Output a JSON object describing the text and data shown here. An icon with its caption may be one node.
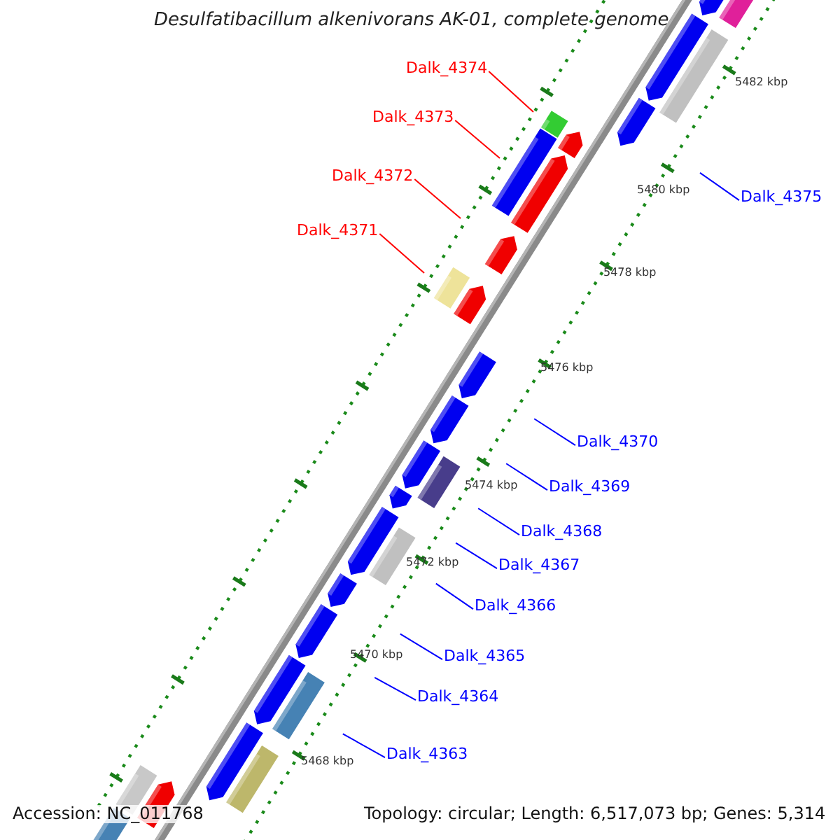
{
  "diagram": {
    "title": "Desulfatibacillum alkenivorans AK-01, complete genome",
    "nodes": [
      {
        "text": [
          "Dalk_4374"
        ]
      },
      {
        "text": [
          "Dalk_4373"
        ]
      },
      {
        "text": [
          "Dalk_4372"
        ]
      },
      {
        "text": [
          "Dalk_4375"
        ]
      },
      {
        "text": [
          "Dalk_4371"
        ]
      },
      {
        "text": [
          "Dalk_4370"
        ]
      },
      {
        "text": [
          "Dalk_4369"
        ]
      },
      {
        "text": [
          "Dalk_4368"
        ]
      },
      {
        "text": [
          "Dalk_4367"
        ]
      },
      {
        "text": [
          "Dalk_4366"
        ]
      },
      {
        "text": [
          "Dalk_4365"
        ]
      },
      {
        "text": [
          "Dalk_4364"
        ]
      },
      {
        "text": [
          "Dalk_4363"
        ]
      }
    ],
    "edges": [
      {
        "from": 0,
        "to": null,
        "arrow": "none",
        "color": "#ff0000"
      },
      {
        "from": 1,
        "to": null,
        "arrow": "none",
        "color": "#ff0000"
      },
      {
        "from": 2,
        "to": null,
        "arrow": "none",
        "color": "#ff0000"
      },
      {
        "from": 3,
        "to": null,
        "arrow": "none"
      },
      {
        "from": 4,
        "to": null,
        "arrow": "none",
        "color": "#ff0000"
      },
      {
        "from": 5,
        "to": null,
        "arrow": "none"
      },
      {
        "from": 6,
        "to": null,
        "arrow": "none"
      },
      {
        "from": 7,
        "to": null,
        "arrow": "none"
      },
      {
        "from": 8,
        "to": null,
        "arrow": "none"
      },
      {
        "from": 9,
        "to": null,
        "arrow": "none"
      },
      {
        "from": 10,
        "to": null,
        "arrow": "none"
      },
      {
        "from": 11,
        "to": null,
        "arrow": "none"
      },
      {
        "from": 12,
        "to": null,
        "arrow": "none"
      }
    ],
    "labels": [
      "5482 kbp",
      "5480 kbp",
      "5478 kbp",
      "5476 kbp",
      "5474 kbp",
      "5472 kbp",
      "5470 kbp",
      "5468 kbp",
      "Accession: NC_011768",
      "Topology: circular; Length: 6,517,073 bp; Genes: 5,314"
    ]
  }
}
